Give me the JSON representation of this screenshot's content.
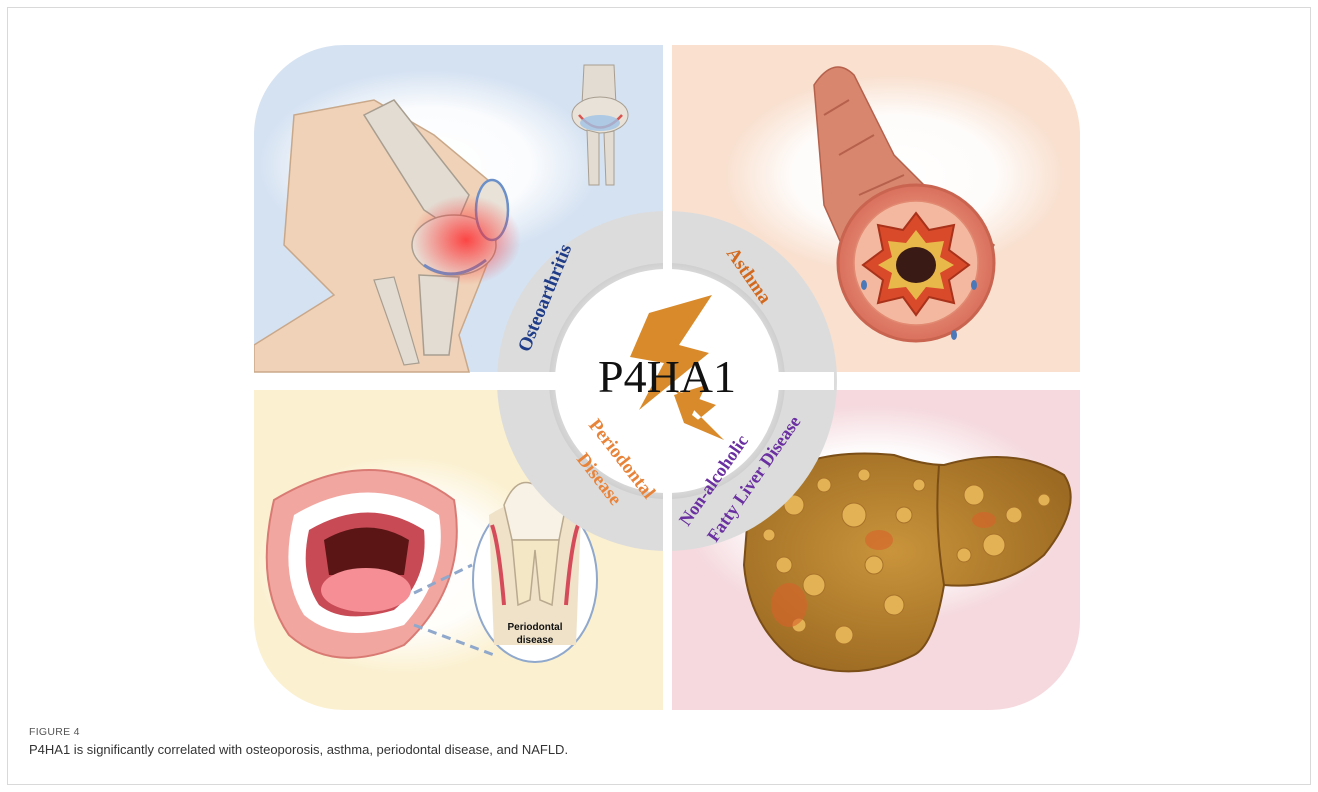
{
  "figure": {
    "center_label": "P4HA1",
    "quadrants": {
      "top_left": "Osteoarthritis",
      "top_right": "Asthma",
      "bottom_left_line1": "Periodontal",
      "bottom_left_line2": "Disease",
      "bottom_right_line1": "Non-alcoholic",
      "bottom_right_line2": "Fatty Liver Disease"
    },
    "inset_label_line1": "Periodontal",
    "inset_label_line2": "disease",
    "colors": {
      "osteoarthritis": "#1f3c88",
      "asthma": "#d2691e",
      "periodontal": "#e8833a",
      "nafld": "#6a2fa0",
      "bolt": "#d98a2b",
      "bg_top_left": "#d5e2f2",
      "bg_top_right": "#f9e0cf",
      "bg_bottom_left": "#fbf0cf",
      "bg_bottom_right": "#f5d9de"
    }
  },
  "caption": {
    "label": "FIGURE 4",
    "text": "P4HA1 is significantly correlated with osteoporosis, asthma, periodontal disease, and NAFLD."
  }
}
